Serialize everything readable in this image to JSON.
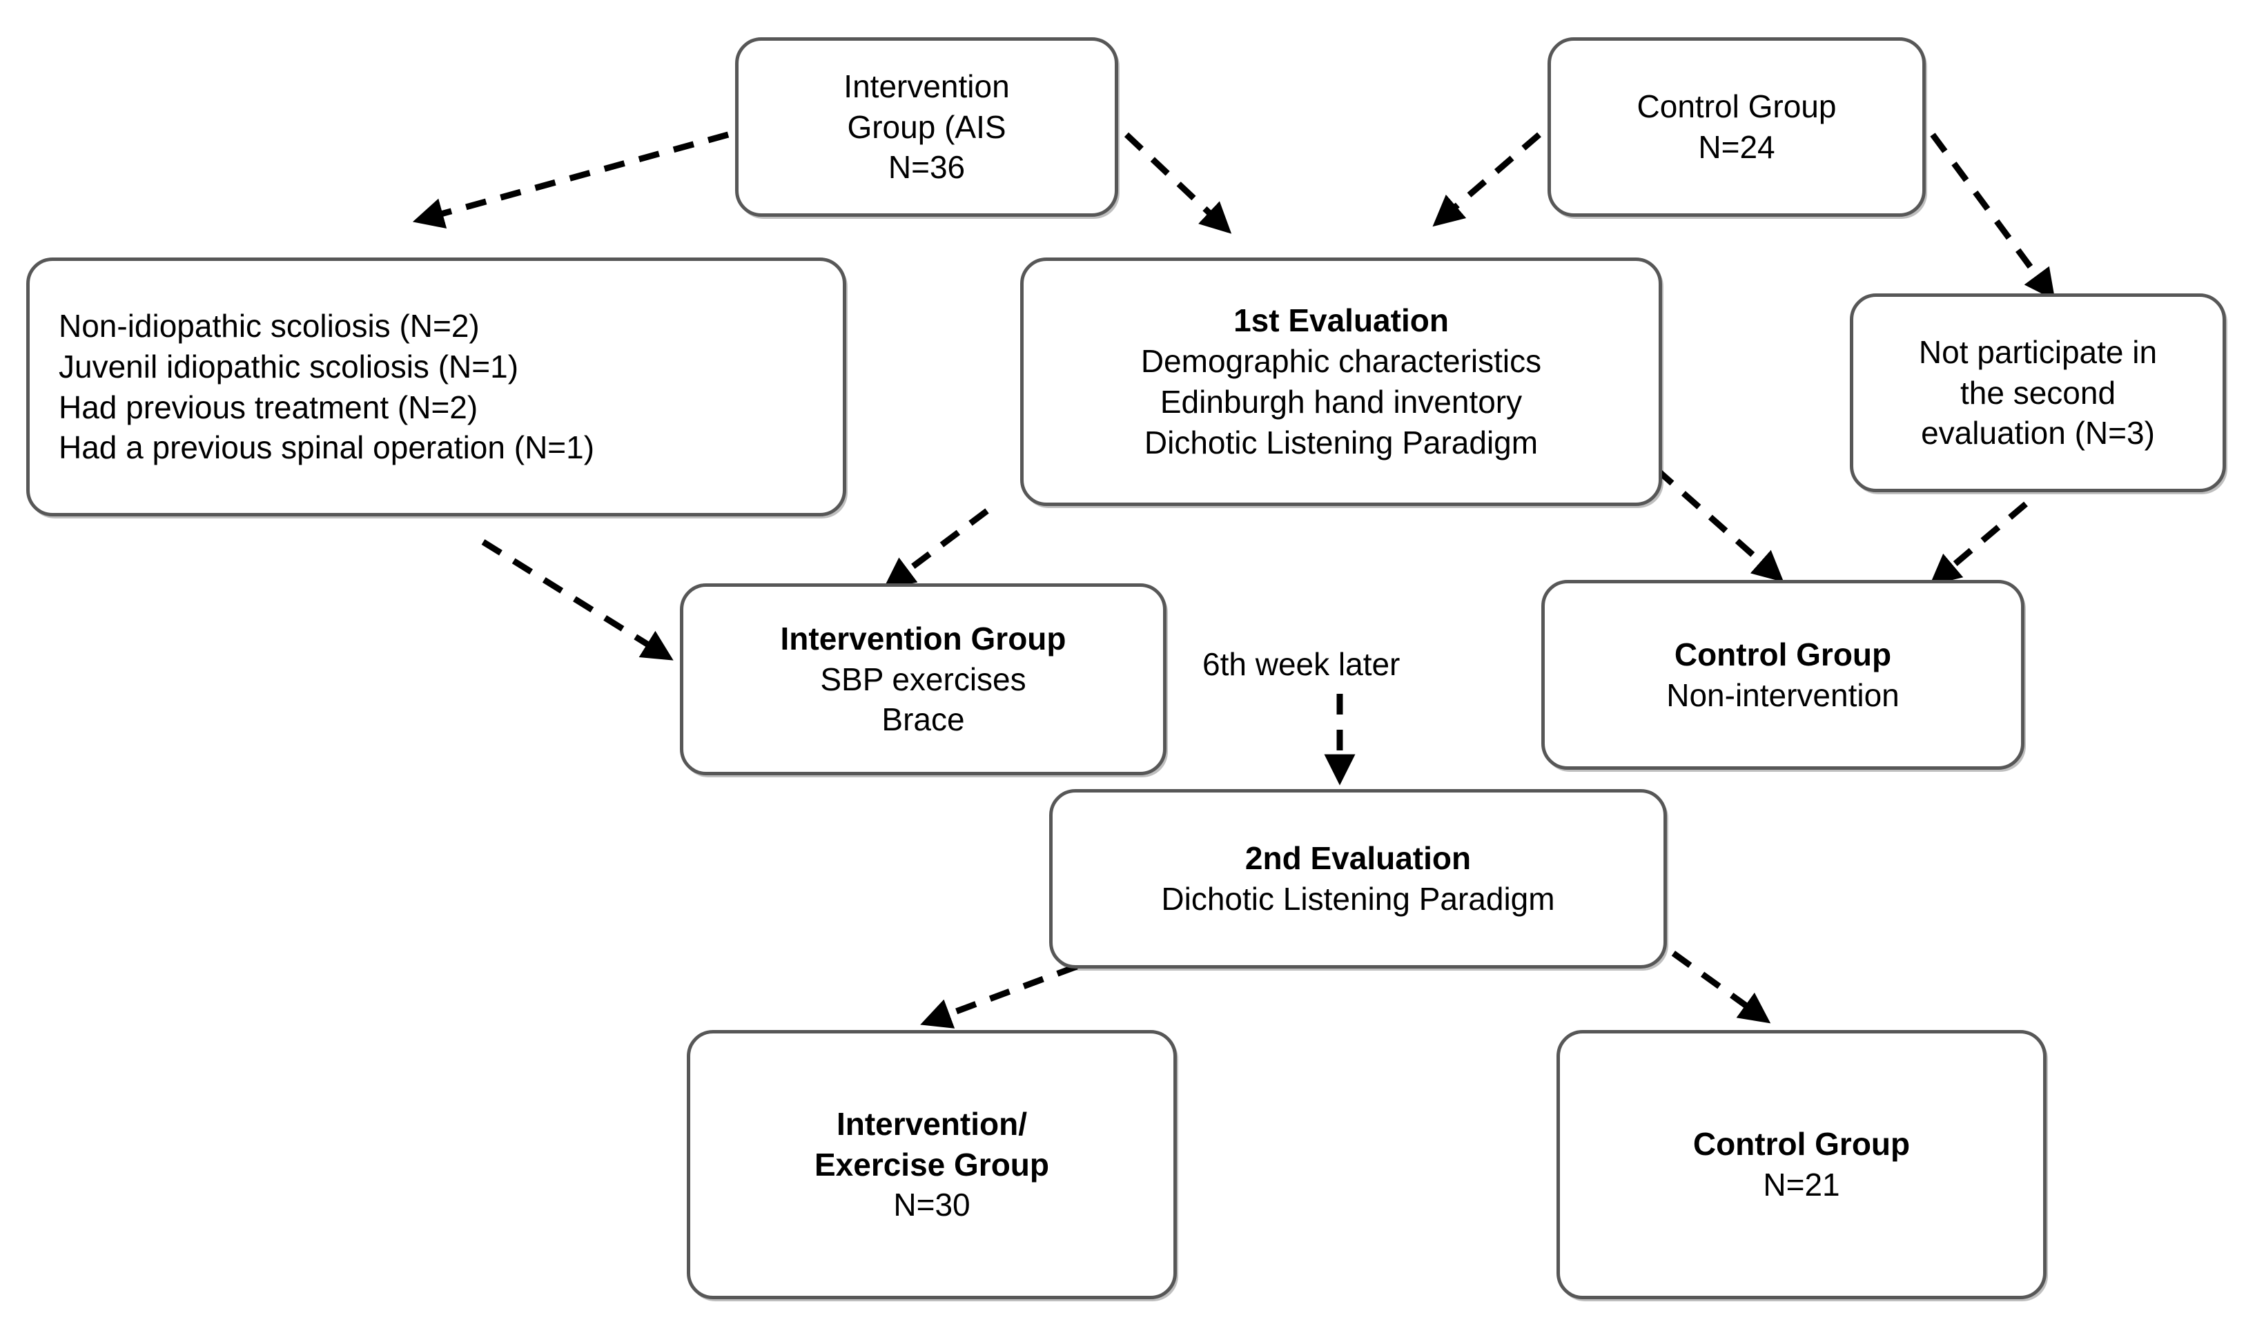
{
  "diagram": {
    "title": "Study flow diagram",
    "style": {
      "box_border_color": "#575757",
      "box_fill_color": "#ffffff",
      "arrow_color": "#000000",
      "text_color": "#000000",
      "arrow_style": "dashed"
    },
    "nodes": [
      {
        "id": "intervention-group-ais",
        "lines": [
          {
            "text": "Intervention",
            "bold": false
          },
          {
            "text": "Group (AIS",
            "bold": false
          },
          {
            "text": "N=36",
            "bold": false
          }
        ]
      },
      {
        "id": "control-group-24",
        "lines": [
          {
            "text": "Control Group",
            "bold": false
          },
          {
            "text": "N=24",
            "bold": false
          }
        ]
      },
      {
        "id": "exclusions",
        "lines": [
          {
            "text": "Non-idiopathic scoliosis (N=2)",
            "bold": false
          },
          {
            "text": "Juvenil idiopathic scoliosis (N=1)",
            "bold": false
          },
          {
            "text": "Had previous treatment (N=2)",
            "bold": false
          },
          {
            "text": "Had a previous spinal operation (N=1)",
            "bold": false
          }
        ]
      },
      {
        "id": "first-evaluation",
        "lines": [
          {
            "text": "1st Evaluation",
            "bold": true
          },
          {
            "text": "Demographic characteristics",
            "bold": false
          },
          {
            "text": "Edinburgh hand inventory",
            "bold": false
          },
          {
            "text": "Dichotic Listening Paradigm",
            "bold": false
          }
        ]
      },
      {
        "id": "not-participate",
        "lines": [
          {
            "text": "Not participate in",
            "bold": false
          },
          {
            "text": "the second",
            "bold": false
          },
          {
            "text": "evaluation (N=3)",
            "bold": false
          }
        ]
      },
      {
        "id": "intervention-group-treatment",
        "lines": [
          {
            "text": "Intervention Group",
            "bold": true
          },
          {
            "text": "SBP exercises",
            "bold": false
          },
          {
            "text": "Brace",
            "bold": false
          }
        ]
      },
      {
        "id": "control-group-nonintervention",
        "lines": [
          {
            "text": "Control Group",
            "bold": true
          },
          {
            "text": "Non-intervention",
            "bold": false
          }
        ]
      },
      {
        "id": "second-evaluation",
        "lines": [
          {
            "text": "2nd Evaluation",
            "bold": true
          },
          {
            "text": "Dichotic Listening Paradigm",
            "bold": false
          }
        ]
      },
      {
        "id": "intervention-exercise-group-final",
        "lines": [
          {
            "text": "Intervention/",
            "bold": true
          },
          {
            "text": "Exercise Group",
            "bold": true
          },
          {
            "text": "N=30",
            "bold": false
          }
        ]
      },
      {
        "id": "control-group-final",
        "lines": [
          {
            "text": "Control Group",
            "bold": true
          },
          {
            "text": "N=21",
            "bold": false
          }
        ]
      }
    ],
    "edge_labels": [
      {
        "id": "sixth-week-later",
        "text": "6th week later"
      }
    ]
  }
}
